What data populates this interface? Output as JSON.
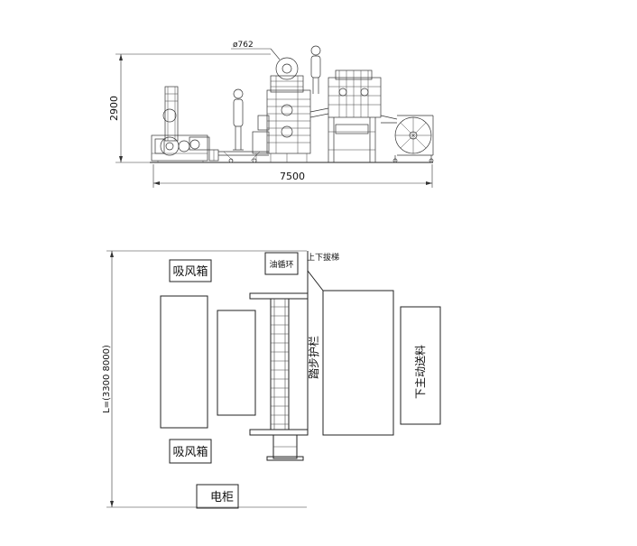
{
  "side_view": {
    "height_dim": "2900",
    "length_dim": "7500",
    "diameter_label": "ø762"
  },
  "plan_view": {
    "length_dim": "L=(3300 8000)",
    "air_box_top": "吸风箱",
    "air_box_bottom": "吸风箱",
    "oil_ring": "油循环",
    "up_down_rack": "上下拔梯",
    "step_guard": "踏步护栏",
    "lower_auto_feed": "下主动送料",
    "electric_cabinet": "电柜"
  }
}
